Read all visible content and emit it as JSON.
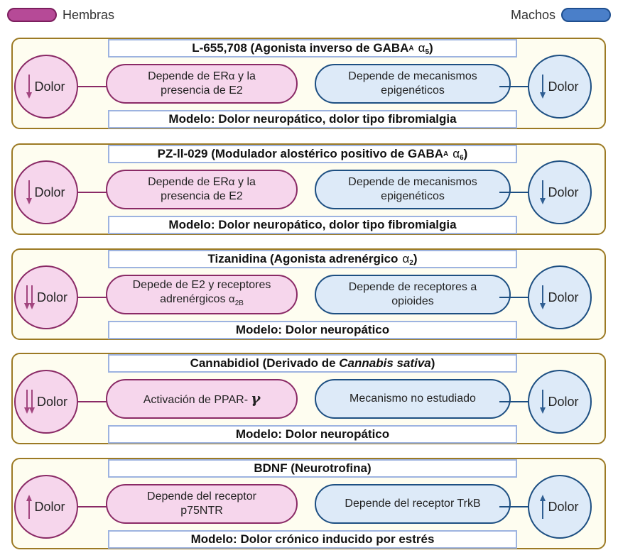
{
  "legend": {
    "female": {
      "label": "Hembras",
      "color": "#b64a97"
    },
    "male": {
      "label": "Machos",
      "color": "#4a7fc9"
    }
  },
  "colors": {
    "panel_bg": "#fefdf0",
    "panel_border": "#9c7a24",
    "box_border": "#9db3e0",
    "female_fill": "#f6d6ec",
    "female_stroke": "#8a2a66",
    "male_fill": "#ddeaf8",
    "male_stroke": "#1d4f82"
  },
  "panels": [
    {
      "title": {
        "main": "L-655,708 (Agonista inverso de GABA",
        "sub": "A",
        "greek": "α",
        "greek_sub": "5",
        "close": ")"
      },
      "female": {
        "effect": "down",
        "arrow_count": 1,
        "circle_label": "Dolor",
        "mechanism_line1": "Depende de ER",
        "mechanism_sym": "α",
        "mechanism_line1_end": " y la",
        "mechanism_line2": "presencia de E2"
      },
      "male": {
        "effect": "down",
        "arrow_count": 1,
        "circle_label": "Dolor",
        "mechanism_line1": "Depende de mecanismos",
        "mechanism_line2": "epigenéticos"
      },
      "model": "Modelo: Dolor neuropático, dolor tipo fibromialgia"
    },
    {
      "title": {
        "main": "PZ-ll-029 (Modulador alostérico positivo de GABA",
        "sub": "A",
        "greek": "α",
        "greek_sub": "6",
        "close": ")"
      },
      "female": {
        "effect": "down",
        "arrow_count": 1,
        "circle_label": "Dolor",
        "mechanism_line1": "Depende de ER",
        "mechanism_sym": "α",
        "mechanism_line1_end": " y la",
        "mechanism_line2": "presencia de E2"
      },
      "male": {
        "effect": "down",
        "arrow_count": 1,
        "circle_label": "Dolor",
        "mechanism_line1": "Depende de mecanismos",
        "mechanism_line2": "epigenéticos"
      },
      "model": "Modelo: Dolor neuropático, dolor tipo fibromialgia"
    },
    {
      "title": {
        "main": "Tizanidina (Agonista adrenérgico",
        "sub": "",
        "greek": "α",
        "greek_sub": "2",
        "close": ")"
      },
      "female": {
        "effect": "down",
        "arrow_count": 2,
        "circle_label": "Dolor",
        "mechanism_line1": "Depede de E2 y receptores",
        "mechanism_line2": "adrenérgicos",
        "mechanism_sym2": "α",
        "mechanism_sym2_sub": "2B"
      },
      "male": {
        "effect": "down",
        "arrow_count": 1,
        "circle_label": "Dolor",
        "mechanism_line1": "Depende de receptores a",
        "mechanism_line2": "opioides"
      },
      "model": "Modelo: Dolor neuropático"
    },
    {
      "title": {
        "main": "Cannabidiol (Derivado de ",
        "italic": "Cannabis sativa",
        "close": ")"
      },
      "female": {
        "effect": "down",
        "arrow_count": 2,
        "circle_label": "Dolor",
        "mechanism_line1": "Activación de PPAR-",
        "mechanism_gamma": "γ"
      },
      "male": {
        "effect": "down",
        "arrow_count": 1,
        "circle_label": "Dolor",
        "mechanism_line1": "Mecanismo no estudiado"
      },
      "model": "Modelo: Dolor neuropático"
    },
    {
      "title": {
        "main": "BDNF (Neurotrofina)"
      },
      "female": {
        "effect": "up",
        "arrow_count": 1,
        "circle_label": "Dolor",
        "mechanism_line1": "Depende del receptor",
        "mechanism_line2": "p75NTR"
      },
      "male": {
        "effect": "up",
        "arrow_count": 1,
        "circle_label": "Dolor",
        "mechanism_line1": "Depende del receptor TrkB"
      },
      "model": "Modelo: Dolor crónico inducido por estrés"
    }
  ]
}
